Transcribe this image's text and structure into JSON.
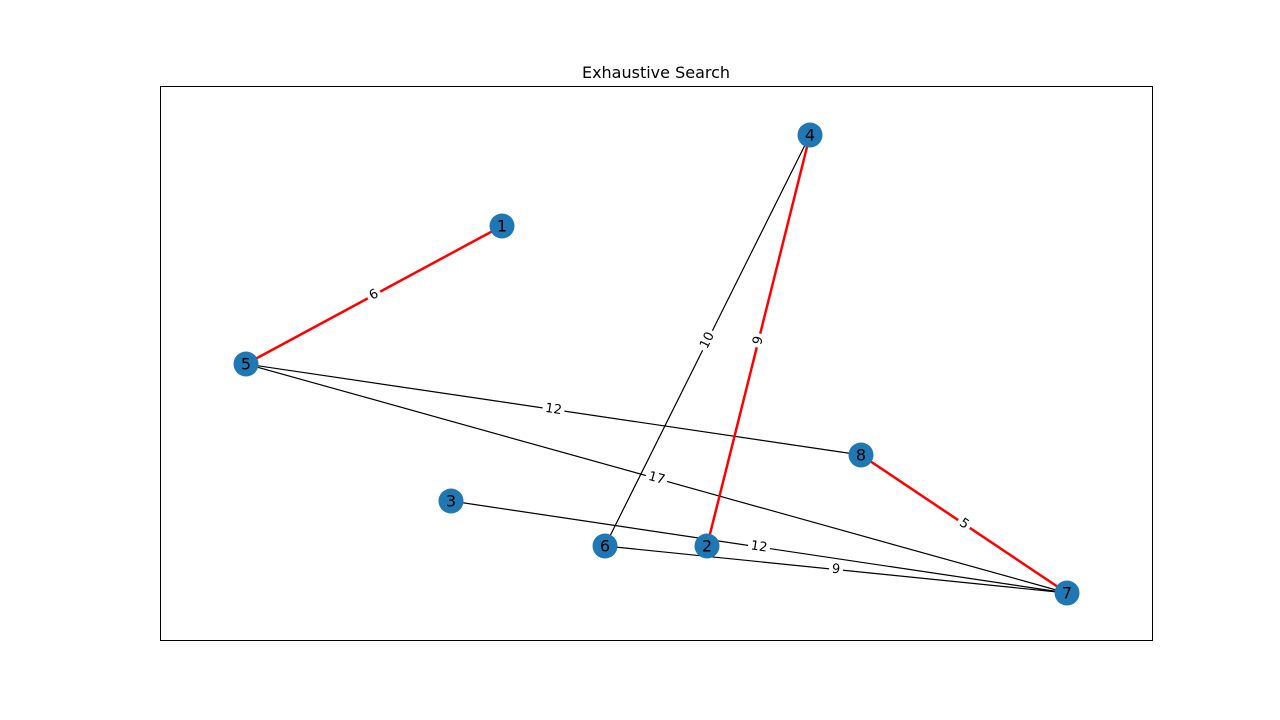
{
  "title": "Exhaustive Search",
  "colors": {
    "node": "#1f77b4",
    "edge": "#000000",
    "highlight": "#ff0000",
    "label_bg": "#ffffff",
    "frame": "#000000"
  },
  "nodes": [
    {
      "id": "1",
      "label": "1"
    },
    {
      "id": "2",
      "label": "2"
    },
    {
      "id": "3",
      "label": "3"
    },
    {
      "id": "4",
      "label": "4"
    },
    {
      "id": "5",
      "label": "5"
    },
    {
      "id": "6",
      "label": "6"
    },
    {
      "id": "7",
      "label": "7"
    },
    {
      "id": "8",
      "label": "8"
    }
  ],
  "edges": [
    {
      "source": "5",
      "target": "1",
      "weight": "6",
      "highlighted": true
    },
    {
      "source": "4",
      "target": "2",
      "weight": "9",
      "highlighted": true
    },
    {
      "source": "8",
      "target": "7",
      "weight": "5",
      "highlighted": true
    },
    {
      "source": "4",
      "target": "6",
      "weight": "10",
      "highlighted": false
    },
    {
      "source": "5",
      "target": "8",
      "weight": "12",
      "highlighted": false
    },
    {
      "source": "5",
      "target": "7",
      "weight": "17",
      "highlighted": false
    },
    {
      "source": "3",
      "target": "7",
      "weight": "12",
      "highlighted": false
    },
    {
      "source": "6",
      "target": "7",
      "weight": "9",
      "highlighted": false
    }
  ]
}
